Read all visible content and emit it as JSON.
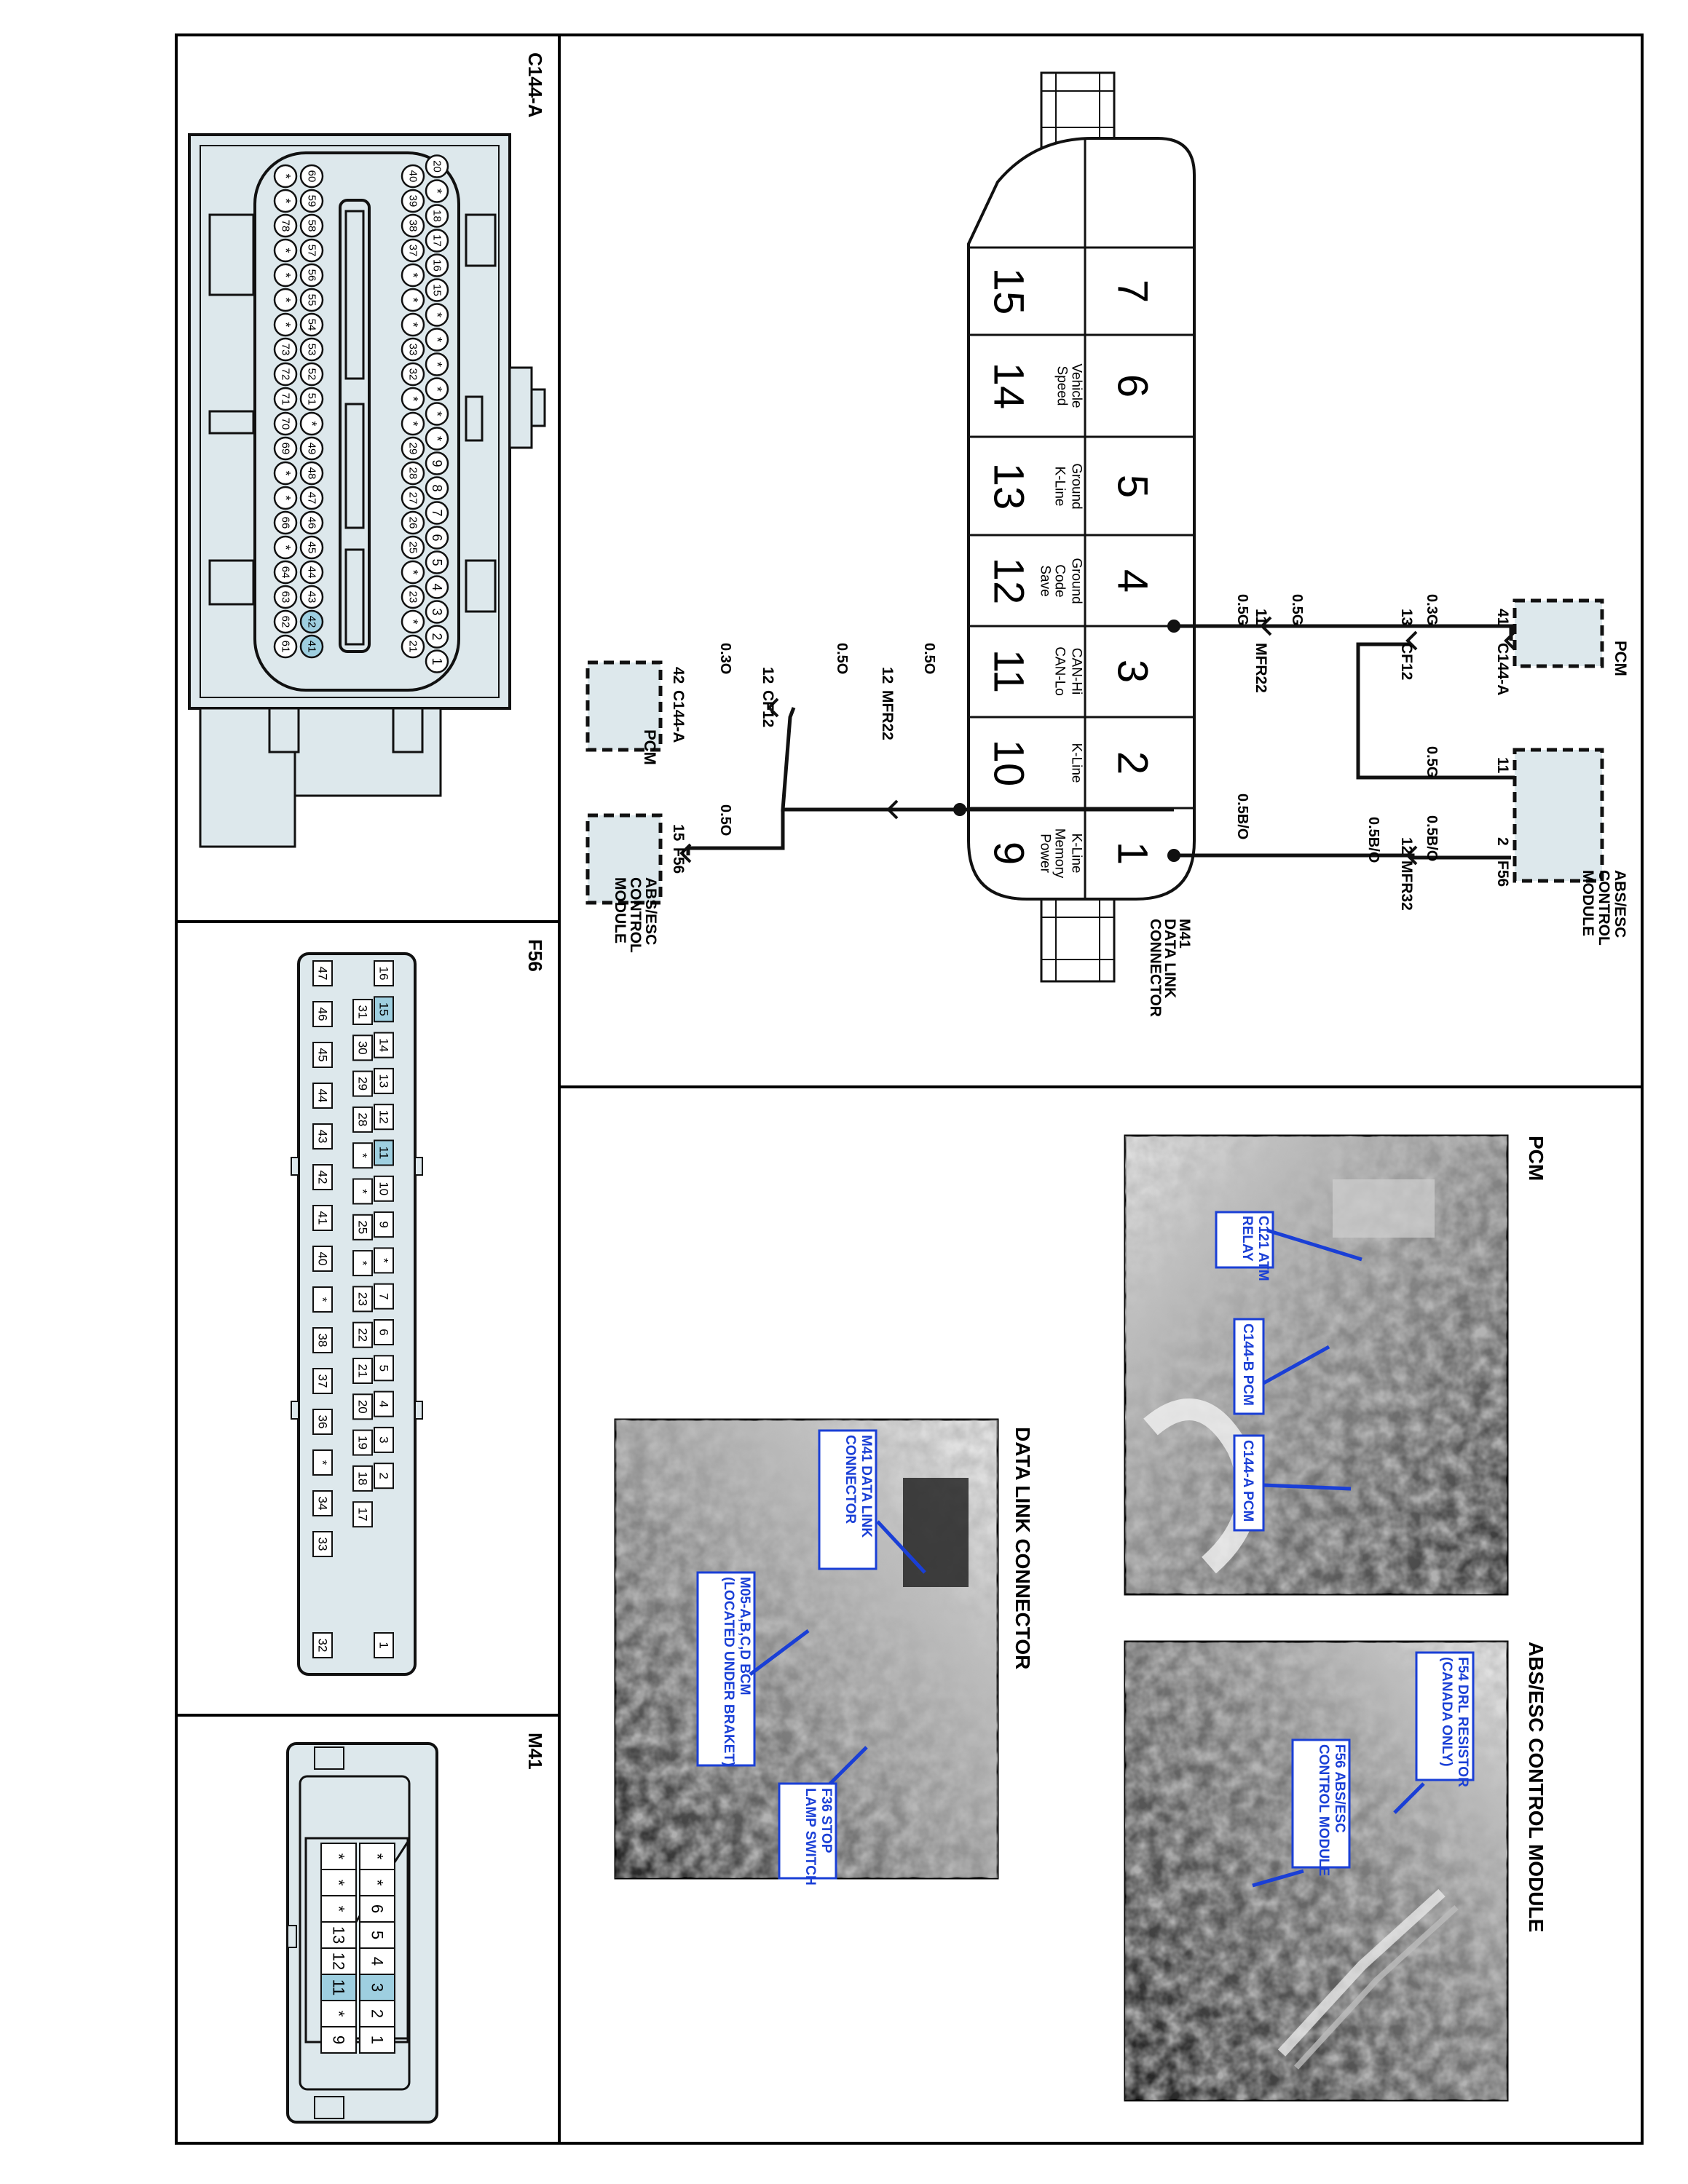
{
  "views": {
    "c144a": {
      "title": "C144-A"
    },
    "f56": {
      "title": "F56"
    },
    "m41": {
      "title": "M41"
    }
  },
  "dlc": {
    "title_lines": [
      "M41",
      "DATA LINK",
      "CONNECTOR"
    ],
    "pins": [
      {
        "num": "1",
        "func": [
          "K-Line"
        ]
      },
      {
        "num": "2",
        "func": [
          "K-Line"
        ]
      },
      {
        "num": "3",
        "func": [
          "CAN-Hi"
        ]
      },
      {
        "num": "4",
        "func": [
          "Ground"
        ]
      },
      {
        "num": "5",
        "func": [
          "Ground"
        ]
      },
      {
        "num": "6",
        "func": [
          "Vehicle",
          "Speed"
        ]
      },
      {
        "num": "7",
        "func": []
      },
      {
        "num": "9",
        "func": [
          "Memory",
          "Power"
        ]
      },
      {
        "num": "10",
        "func": []
      },
      {
        "num": "11",
        "func": [
          "CAN-Lo"
        ]
      },
      {
        "num": "12",
        "func": [
          "Code",
          "Save"
        ]
      },
      {
        "num": "13",
        "func": [
          "K-Line"
        ]
      },
      {
        "num": "14",
        "func": []
      },
      {
        "num": "15",
        "func": []
      }
    ]
  },
  "modules": {
    "pcm_top": "PCM",
    "pcm_bottom": "PCM",
    "abs_top": [
      "ABS/ESC",
      "CONTROL",
      "MODULE"
    ],
    "abs_bottom": [
      "ABS/ESC",
      "CONTROL",
      "MODULE"
    ]
  },
  "connectors": {
    "c144a_41": {
      "pin": "41",
      "name": "C144-A"
    },
    "cf12_13": {
      "pin": "13",
      "name": "CF12"
    },
    "mfr22_11": {
      "pin": "11",
      "name": "MFR22"
    },
    "f56_11": {
      "pin": "11"
    },
    "f56_2": {
      "pin": "2",
      "name": "F56"
    },
    "mfr32_12": {
      "pin": "12",
      "name": "MFR32"
    },
    "mfr22_12": {
      "pin": "12",
      "name": "MFR22"
    },
    "cf12_12": {
      "pin": "12",
      "name": "CF12"
    },
    "c144a_42": {
      "pin": "42",
      "name": "C144-A"
    },
    "f56_15": {
      "pin": "15",
      "name": "F56"
    }
  },
  "wire_colors": {
    "w1": "0.3G",
    "w2": "0.5G",
    "w3": "0.5G",
    "w4": "0.5G",
    "w5": "0.5B/O",
    "w6": "0.5B/O",
    "w7": "0.5B/O",
    "w8": "0.5O",
    "w9": "0.5O",
    "w10": "0.3O",
    "w11": "0.5O"
  },
  "photos": {
    "pcm": {
      "title": "PCM",
      "callouts": [
        [
          "C121 ATM",
          "RELAY"
        ],
        [
          "C144-B PCM"
        ],
        [
          "C144-A PCM"
        ]
      ]
    },
    "abs": {
      "title": "ABS/ESC CONTROL MODULE",
      "callouts": [
        [
          "F54 DRL RESISTOR",
          "(CANADA ONLY)"
        ],
        [
          "F56  ABS/ESC",
          "CONTROL MODULE"
        ]
      ]
    },
    "dlc": {
      "title": "DATA LINK CONNECTOR",
      "callouts": [
        [
          "M41 DATA LINK",
          "CONNECTOR"
        ],
        [
          "M05-A,B,C,D BCM",
          "(LOCATED UNDER BRAKET)"
        ],
        [
          "F36 STOP",
          "LAMP SWITCH"
        ]
      ]
    }
  },
  "c144a_pins": {
    "row1": [
      "20",
      "*",
      "18",
      "17",
      "16",
      "15",
      "*",
      "*",
      "*",
      "*",
      "*",
      "*",
      "9",
      "8",
      "7",
      "6",
      "5",
      "4",
      "3",
      "2",
      "1"
    ],
    "row2": [
      "40",
      "39",
      "38",
      "37",
      "*",
      "*",
      "*",
      "33",
      "32",
      "*",
      "*",
      "29",
      "28",
      "27",
      "26",
      "25",
      "*",
      "23",
      "*",
      "21"
    ],
    "row3": [
      "60",
      "59",
      "58",
      "57",
      "56",
      "55",
      "54",
      "53",
      "52",
      "51",
      "*",
      "49",
      "48",
      "47",
      "46",
      "45",
      "44",
      "43",
      "42",
      "41"
    ],
    "row4": [
      "*",
      "*",
      "78",
      "*",
      "*",
      "*",
      "*",
      "73",
      "72",
      "71",
      "70",
      "69",
      "*",
      "*",
      "66",
      "*",
      "64",
      "63",
      "62",
      "61"
    ],
    "highlight": [
      "41",
      "42"
    ]
  },
  "f56_pins": {
    "col1": [
      "16",
      "15",
      "14",
      "13",
      "12",
      "11",
      "10",
      "9",
      "*",
      "7",
      "6",
      "5",
      "4",
      "3",
      "2",
      "1"
    ],
    "col2": [
      "31",
      "30",
      "29",
      "28",
      "*",
      "*",
      "25",
      "*",
      "23",
      "22",
      "21",
      "20",
      "19",
      "18",
      "17"
    ],
    "col3": [
      "47",
      "46",
      "45",
      "44",
      "43",
      "42",
      "41",
      "40",
      "*",
      "38",
      "37",
      "36",
      "*",
      "34",
      "33",
      "32"
    ],
    "highlight": [
      "15",
      "11"
    ]
  },
  "m41_pins": {
    "row1": [
      "*",
      "*",
      "6",
      "5",
      "4",
      "3",
      "2",
      "1"
    ],
    "row2": [
      "*",
      "*",
      "*",
      "13",
      "12",
      "11",
      "*",
      "9"
    ],
    "highlight": [
      "3",
      "11"
    ]
  }
}
